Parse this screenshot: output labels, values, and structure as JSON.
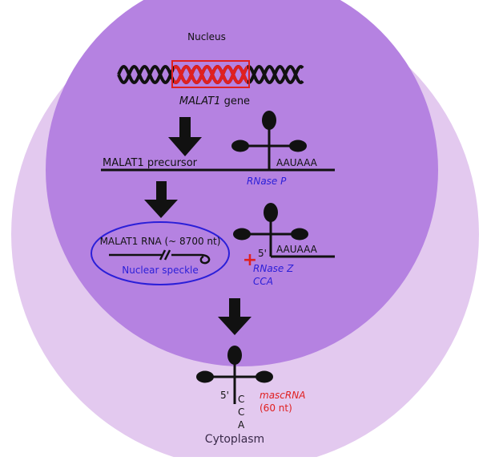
{
  "labels": {
    "nucleus": "Nucleus",
    "gene_prefix": "MALAT1",
    "gene_suffix": " gene",
    "precursor": "MALAT1 precursor",
    "polyA_1": "AAUAAA",
    "rnase_p": "RNase P",
    "malat1_rna": "MALAT1 RNA (~ 8700 nt)",
    "speckle": "Nuclear speckle",
    "five_prime_1": "5'",
    "polyA_2": "AAUAAA",
    "plus_sign": "+",
    "rnase_z": "RNase Z",
    "cca_label": "CCA",
    "five_prime_2": "5'",
    "cca_c1": "C",
    "cca_c2": "C",
    "cca_a": "A",
    "mascrna": "mascRNA",
    "mascrna_len": "(60 nt)",
    "cytoplasm": "Cytoplasm"
  },
  "colors": {
    "cytoplasm_fill": "#e3c9ef",
    "nucleus_fill": "#b582e1",
    "enzyme_text": "#2b1fd8",
    "highlight_red": "#e02020",
    "ink": "#111111"
  }
}
